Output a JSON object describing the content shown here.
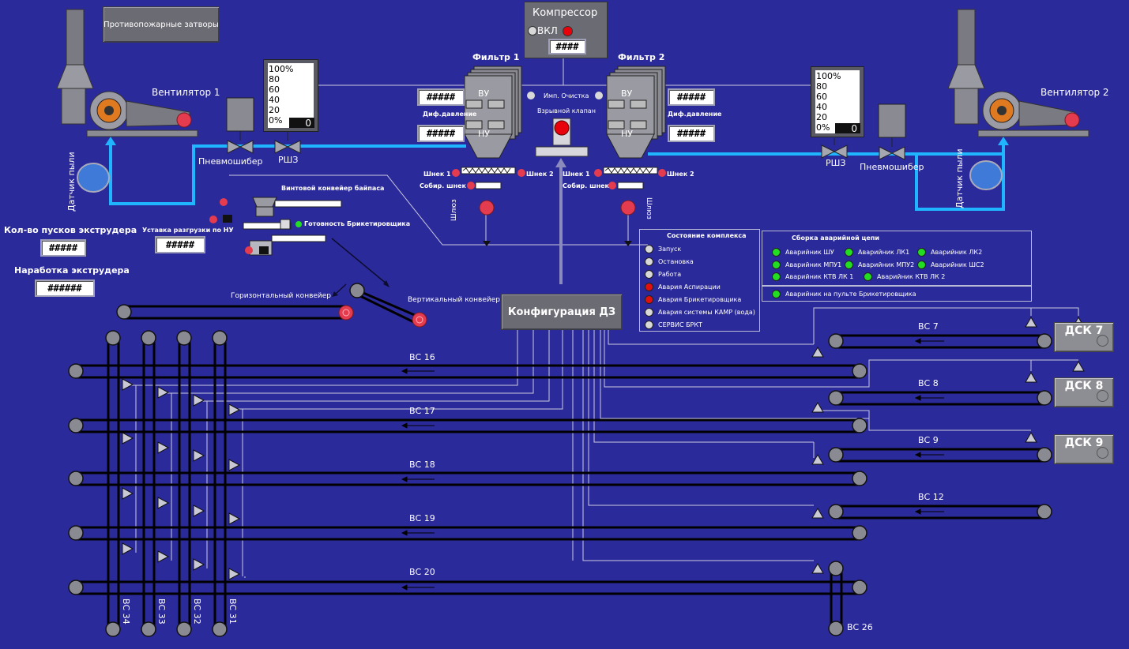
{
  "header": {
    "fire_shutters_button": "Противопожарные затворы"
  },
  "compressor": {
    "title": "Компрессор",
    "on_label": "ВКЛ",
    "value": "####"
  },
  "fans": {
    "fan1": "Вентилятор 1",
    "fan2": "Вентилятор 2"
  },
  "gauges": {
    "ticks": [
      "100%",
      "80",
      "60",
      "40",
      "20",
      "0%"
    ],
    "gauge1_value": "0",
    "gauge2_value": "0"
  },
  "valves": {
    "pneumo_left": "Пневмошибер",
    "rshz_left": "РШЗ",
    "pneumo_right": "Пневмошибер",
    "rshz_right": "РШЗ"
  },
  "dust_sensors": {
    "left": "Датчик пыли",
    "right": "Датчик пыли"
  },
  "filters": {
    "filter1": {
      "title": "Фильтр 1",
      "vu": "ВУ",
      "nu": "НУ",
      "diff_label": "Диф.давление",
      "value_top": "#####",
      "value_bottom": "#####",
      "screw1": "Шнек 1",
      "screw2": "Шнек 2",
      "collect_screw": "Собир. шнек",
      "sluice": "Шлюз"
    },
    "filter2": {
      "title": "Фильтр 2",
      "vu": "ВУ",
      "nu": "НУ",
      "diff_label": "Диф.давление",
      "value_top": "#####",
      "value_bottom": "#####",
      "screw1": "Шнек 1",
      "screw2": "Шнек 2",
      "collect_screw": "Собир. шнек",
      "sluice": "Шлюз"
    },
    "imp_cleaning": "Имп. Очистка",
    "blast_valve": "Взрывной клапан"
  },
  "extruder": {
    "starts_label": "Кол-во пусков экструдера",
    "starts_value": "#####",
    "runtime_label": "Наработка экструдера",
    "runtime_value": "######",
    "unload_setpoint_label": "Уставка разгрузки по НУ",
    "unload_setpoint_value": "#####"
  },
  "bypass": {
    "screw_conveyor": "Винтовой конвейер байпаса",
    "briquetting_ready": "Готовность Брикетировщика"
  },
  "conveyors": {
    "horizontal": "Горизонтальный конвейер",
    "vertical": "Вертикальный конвейер",
    "config_button": "Конфигурация ДЗ",
    "vs_left": [
      "ВС 16",
      "ВС 17",
      "ВС 18",
      "ВС 19",
      "ВС 20"
    ],
    "vs_vertical": [
      "ВС 34",
      "ВС 33",
      "ВС 32",
      "ВС 31"
    ],
    "vs_right": [
      "ВС 7",
      "ВС 8",
      "ВС 9",
      "ВС 12"
    ],
    "vs_26": "ВС 26",
    "dsk": [
      "ДСК 7",
      "ДСК 8",
      "ДСК 9"
    ]
  },
  "state_panel": {
    "title": "Состояние комплекса",
    "items": [
      {
        "label": "Запуск",
        "color": "#d8d8d8"
      },
      {
        "label": "Остановка",
        "color": "#d8d8d8"
      },
      {
        "label": "Работа",
        "color": "#d8d8d8"
      },
      {
        "label": "Авария Аспирации",
        "color": "#e01010"
      },
      {
        "label": "Авария Брикетировщика",
        "color": "#e01010"
      },
      {
        "label": "Авария системы КАМР (вода)",
        "color": "#d8d8d8"
      },
      {
        "label": "СЕРВИС БРКТ",
        "color": "#d8d8d8"
      }
    ]
  },
  "emergency_panel": {
    "title": "Сборка аварийной цепи",
    "items": [
      {
        "label": "Аварийник ШУ",
        "color": "#22dd22"
      },
      {
        "label": "Аварийник ЛК1",
        "color": "#22dd22"
      },
      {
        "label": "Аварийник ЛК2",
        "color": "#22dd22"
      },
      {
        "label": "Аварийник МПУ1",
        "color": "#22dd22"
      },
      {
        "label": "Аварийник МПУ2",
        "color": "#22dd22"
      },
      {
        "label": "Аварийник ШС2",
        "color": "#22dd22"
      },
      {
        "label": "Аварийник КТВ ЛК 1",
        "color": "#22dd22"
      },
      {
        "label": "Аварийник КТВ ЛК 2",
        "color": "#22dd22"
      }
    ],
    "bottom_item": {
      "label": "Аварийник на пульте Брикетировщика",
      "color": "#22dd22"
    }
  },
  "colors": {
    "background": "#2b2a9a",
    "pipe": "#1fb6ff",
    "belt": "#000000",
    "alarm": "#e01010",
    "ok": "#22dd22"
  }
}
